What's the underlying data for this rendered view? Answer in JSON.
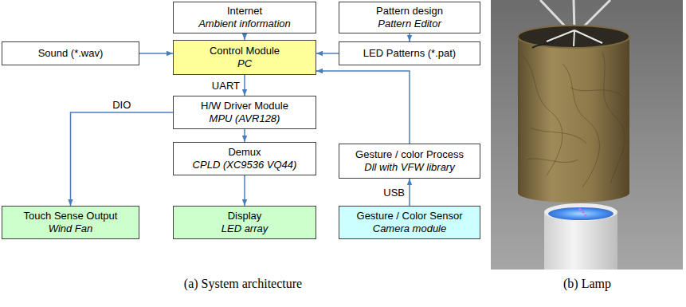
{
  "diagram": {
    "nodes": [
      {
        "text": [
          "Internet",
          "Ambient information"
        ]
      },
      {
        "text": [
          "Pattern design",
          "Pattern Editor"
        ]
      },
      {
        "text": [
          "Sound (*.wav)"
        ]
      },
      {
        "text": [
          "Control Module",
          "PC"
        ]
      },
      {
        "text": [
          "LED Patterns (*.pat)"
        ]
      },
      {
        "text": [
          "H/W Driver Module",
          "MPU (AVR128)"
        ]
      },
      {
        "text": [
          "Demux",
          "CPLD (XC9536 VQ44)"
        ]
      },
      {
        "text": [
          "Gesture / color Process",
          "Dll with VFW library"
        ]
      },
      {
        "text": [
          "Touch Sense Output",
          "Wind Fan"
        ]
      },
      {
        "text": [
          "Display",
          "LED array"
        ]
      },
      {
        "text": [
          "Gesture / Color Sensor",
          "Camera module"
        ]
      }
    ],
    "edges": [
      {
        "from": 0,
        "to": 3,
        "arrow": "to"
      },
      {
        "from": 1,
        "to": 4,
        "arrow": "to"
      },
      {
        "from": 2,
        "to": 3,
        "arrow": "to"
      },
      {
        "from": 4,
        "to": 3,
        "arrow": "to"
      },
      {
        "from": 3,
        "to": 5,
        "label": "UART",
        "arrow": "to"
      },
      {
        "from": 5,
        "to": 6,
        "arrow": "to"
      },
      {
        "from": 6,
        "to": 9,
        "arrow": "to"
      },
      {
        "from": 5,
        "to": 8,
        "label": "DIO",
        "arrow": "to"
      },
      {
        "from": 10,
        "to": 7,
        "label": "USB",
        "arrow": "to"
      },
      {
        "from": 7,
        "to": 3,
        "arrow": "to"
      }
    ],
    "labels": [
      "(a) System architecture",
      "(b) Lamp"
    ]
  }
}
